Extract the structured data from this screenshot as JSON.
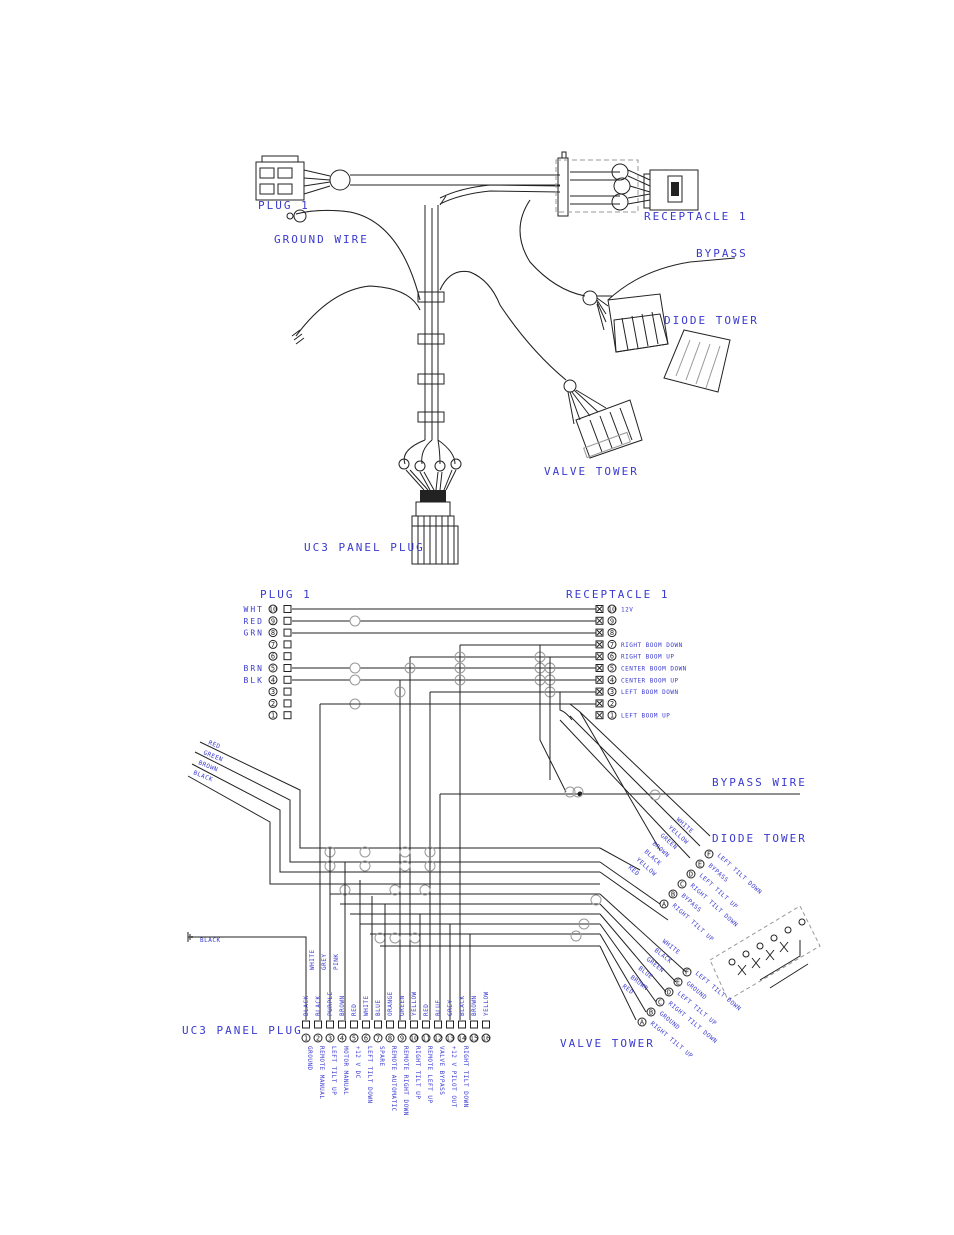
{
  "harness": {
    "plug_1": "PLUG 1",
    "receptacle_1": "RECEPTACLE 1",
    "ground_wire": "GROUND WIRE",
    "bypass": "BYPASS",
    "diode_tower": "DIODE TOWER",
    "valve_tower": "VALVE TOWER",
    "uc3_panel_plug": "UC3 PANEL PLUG"
  },
  "schematic": {
    "plug_1": "PLUG 1",
    "receptacle_1": "RECEPTACLE 1",
    "bypass_wire": "BYPASS WIRE",
    "diode_tower": "DIODE TOWER",
    "valve_tower": "VALVE TOWER",
    "uc3_panel_plug": "UC3 PANEL PLUG",
    "black": "BLACK",
    "plug_pins": [
      {
        "num": "10",
        "color": "WHT"
      },
      {
        "num": "9",
        "color": "RED"
      },
      {
        "num": "8",
        "color": "GRN"
      },
      {
        "num": "7",
        "color": ""
      },
      {
        "num": "6",
        "color": ""
      },
      {
        "num": "5",
        "color": "BRN"
      },
      {
        "num": "4",
        "color": "BLK"
      },
      {
        "num": "3",
        "color": ""
      },
      {
        "num": "2",
        "color": ""
      },
      {
        "num": "1",
        "color": ""
      }
    ],
    "receptacle_pins": [
      {
        "num": "10",
        "label": "12V"
      },
      {
        "num": "9",
        "label": ""
      },
      {
        "num": "8",
        "label": ""
      },
      {
        "num": "7",
        "label": "RIGHT BOOM DOWN"
      },
      {
        "num": "6",
        "label": "RIGHT BOOM UP"
      },
      {
        "num": "5",
        "label": "CENTER BOOM DOWN"
      },
      {
        "num": "4",
        "label": "CENTER BOOM UP"
      },
      {
        "num": "3",
        "label": "LEFT BOOM DOWN"
      },
      {
        "num": "2",
        "label": ""
      },
      {
        "num": "1",
        "label": "LEFT BOOM UP"
      }
    ],
    "left_wires": [
      "RED",
      "GREEN",
      "BROWN",
      "BLACK"
    ],
    "diode_wire_colors": [
      "WHITE",
      "YELLOW",
      "GREEN",
      "BROWN",
      "BLACK",
      "YELLOW",
      "RED"
    ],
    "diode_pin_labels": [
      {
        "pin": "F",
        "label": "LEFT TILT DOWN"
      },
      {
        "pin": "E",
        "label": "BYPASS"
      },
      {
        "pin": "D",
        "label": "LEFT TILT UP"
      },
      {
        "pin": "C",
        "label": "RIGHT TILT DOWN"
      },
      {
        "pin": "B",
        "label": "BYPASS"
      },
      {
        "pin": "A",
        "label": "RIGHT TILT UP"
      }
    ],
    "valve_wire_colors": [
      "WHITE",
      "BLACK",
      "GREEN",
      "BLUE",
      "BROWN",
      "RED"
    ],
    "valve_pin_labels": [
      {
        "pin": "F",
        "label": "LEFT TILT DOWN"
      },
      {
        "pin": "E",
        "label": "GROUND"
      },
      {
        "pin": "D",
        "label": "LEFT TILT UP"
      },
      {
        "pin": "C",
        "label": "RIGHT TILT DOWN"
      },
      {
        "pin": "B",
        "label": "GROUND"
      },
      {
        "pin": "A",
        "label": "RIGHT TILT UP"
      }
    ],
    "panel_wire_colors": [
      "BLACK",
      "BLACK",
      "PURPLE",
      "BROWN",
      "RED",
      "WHITE",
      "BLUE",
      "ORANGE",
      "GREEN",
      "YELLOW",
      "RED",
      "BLUE",
      "GREY",
      "BLACK",
      "BROWN",
      "YELLOW",
      "WHITE",
      "GREY",
      "PINK"
    ],
    "panel_pins": [
      {
        "num": "1",
        "label": "GROUND"
      },
      {
        "num": "2",
        "label": "REMOTE MANUAL"
      },
      {
        "num": "3",
        "label": "LEFT TILT UP"
      },
      {
        "num": "4",
        "label": "MOTOR MANUAL"
      },
      {
        "num": "5",
        "label": "+12 V DC"
      },
      {
        "num": "6",
        "label": "LEFT TILT DOWN"
      },
      {
        "num": "7",
        "label": "SPARE"
      },
      {
        "num": "8",
        "label": "REMOTE AUTOMATIC"
      },
      {
        "num": "9",
        "label": "REMOTE RIGHT DOWN"
      },
      {
        "num": "10",
        "label": "RIGHT TILT UP"
      },
      {
        "num": "11",
        "label": "REMOTE LEFT UP"
      },
      {
        "num": "12",
        "label": "VALVE BYPASS"
      },
      {
        "num": "13",
        "label": "+12 V PILOT OUT"
      },
      {
        "num": "14",
        "label": "RIGHT TILT DOWN"
      },
      {
        "num": "15",
        "label": ""
      },
      {
        "num": "16",
        "label": ""
      }
    ]
  }
}
